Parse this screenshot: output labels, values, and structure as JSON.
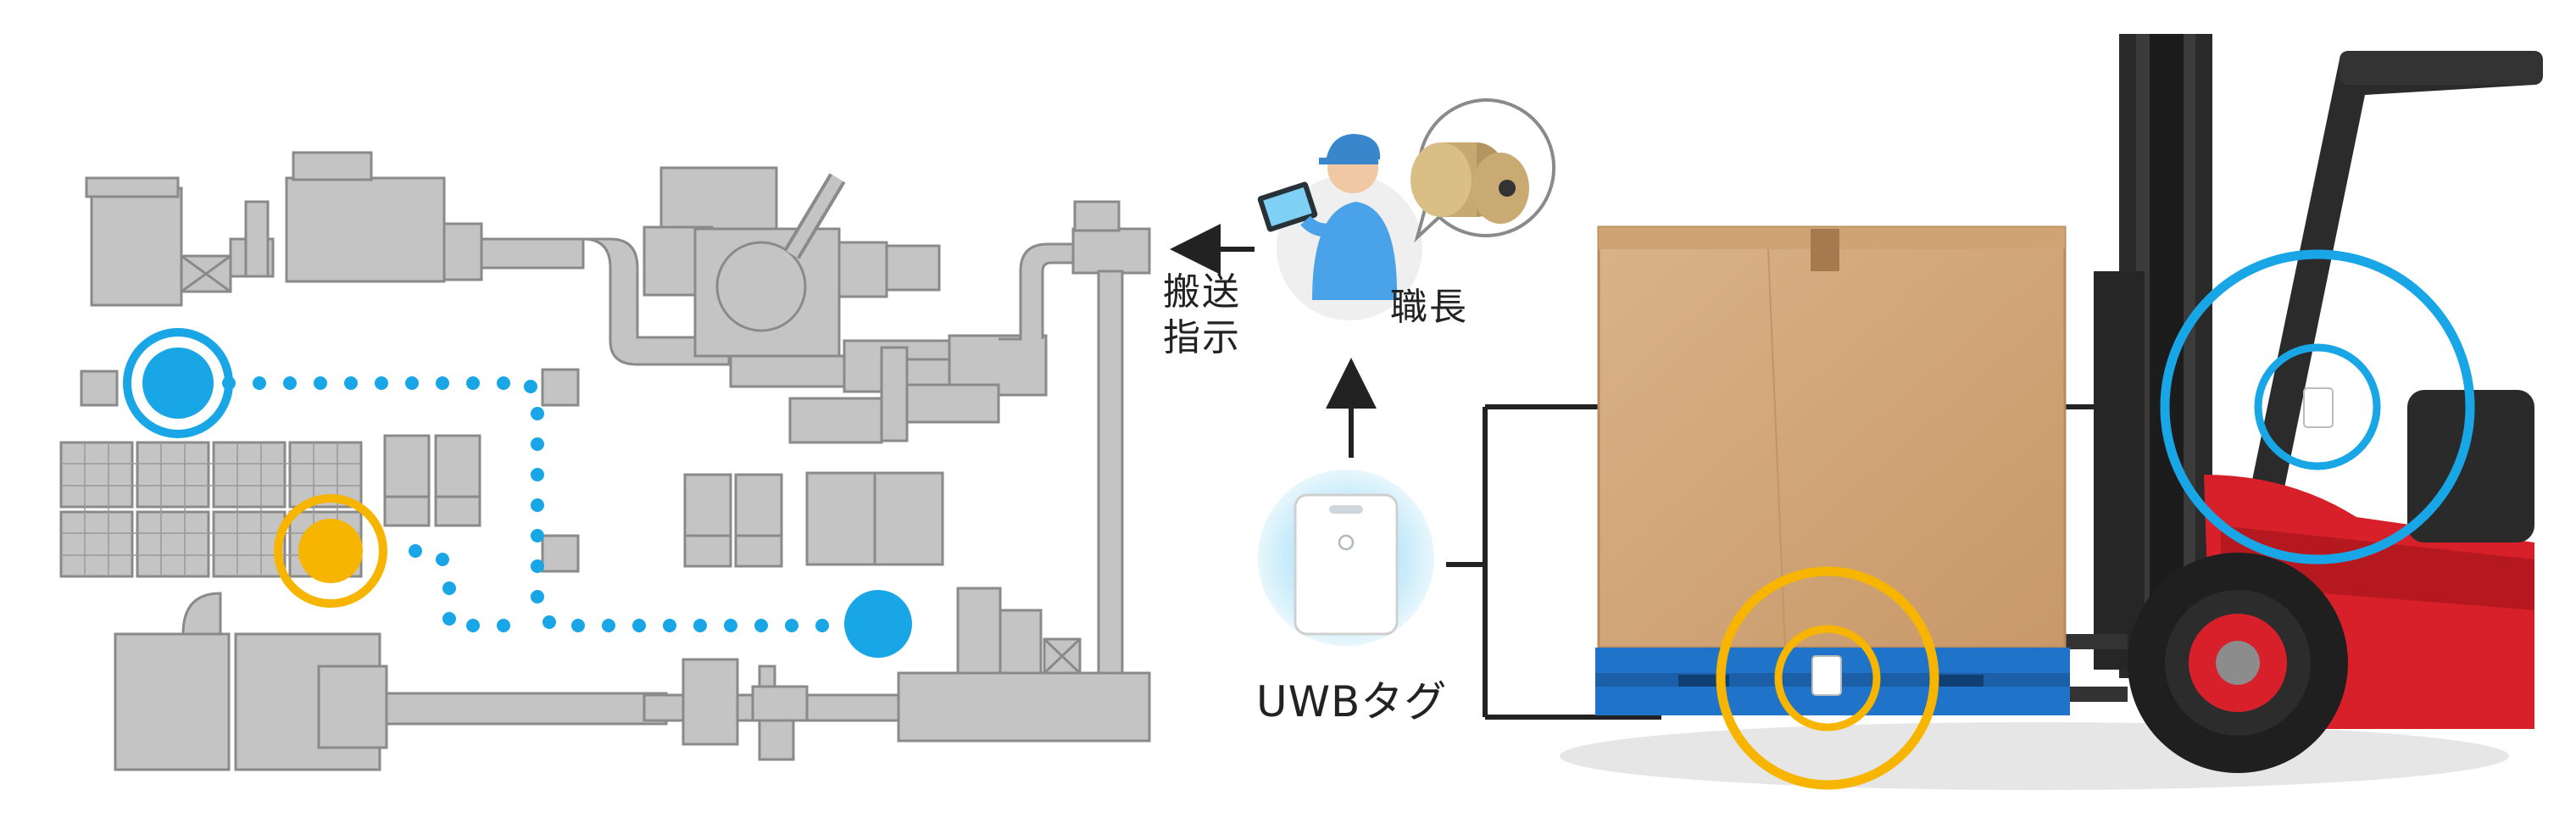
{
  "labels": {
    "transport_line1": "搬送",
    "transport_line2": "指示",
    "foreman": "職長",
    "uwb_tag": "UWBタグ"
  },
  "colors": {
    "machine_gray": "#c4c4c4",
    "machine_outline": "#8a8a8a",
    "tag_blue": "#19a6e6",
    "tag_yellow": "#f7b500",
    "box_cardboard": "#d2a87a",
    "pallet_blue": "#1f73c8",
    "forklift_red": "#d8202a",
    "worker_blue": "#4aa3e8"
  },
  "icons": {
    "worker": "worker-with-tablet-icon",
    "material": "material-roll-icon",
    "tag": "uwb-tag-device-icon"
  }
}
